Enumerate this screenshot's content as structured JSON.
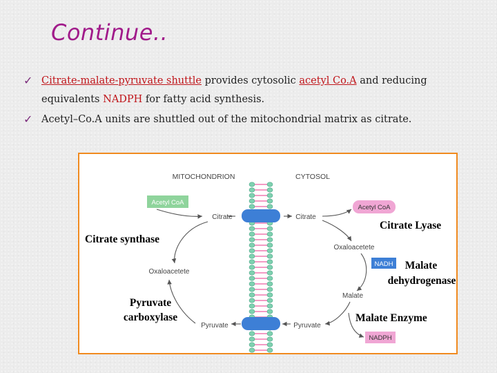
{
  "title": "Continue..",
  "bullets": [
    {
      "check": "✓",
      "parts": {
        "p1": "Citrate-malate-pyruvate shuttle",
        "p2": " provides cytosolic ",
        "p3": "acetyl Co.A",
        "p4": " and reducing equivalents ",
        "p5": "NADPH",
        "p6": " for fatty acid synthesis."
      }
    },
    {
      "check": "✓",
      "text": "Acetyl–Co.A units are shuttled out of the mitochondrial matrix as citrate."
    }
  ],
  "diagram": {
    "mito_label": "MITOCHONDRION",
    "cyto_label": "CYTOSOL",
    "acetyl_coa_mito": "Acetyl CoA",
    "citrate_mito": "Citrate",
    "oxaloacetete_mito": "Oxaloacetete",
    "pyruvate_mito": "Pyruvate",
    "citrate_synthase": "Citrate synthase",
    "pyruvate_carboxylase_line1": "Pyruvate",
    "pyruvate_carboxylase_line2": "carboxylase",
    "citrate_cyto": "Citrate",
    "acetyl_coa_cyto": "Acetyl CoA",
    "citrate_lyase": "Citrate Lyase",
    "oxaloacetete_cyto": "Oxaloacetete",
    "nadh": "NADH",
    "malate_dh_line1": "Malate",
    "malate_dh_line2": "dehydrogenase",
    "malate": "Malate",
    "pyruvate_cyto": "Pyruvate",
    "malate_enzyme": "Malate Enzyme",
    "nadph": "NADPH",
    "colors": {
      "frame": "#f08a1f",
      "mito_box": "#8fd49c",
      "cyto_box": "#f0a6d4",
      "transporter": "#3d7fd6",
      "membrane_heads": "#7fd1b0",
      "membrane_tails": "#f49ac4"
    }
  }
}
